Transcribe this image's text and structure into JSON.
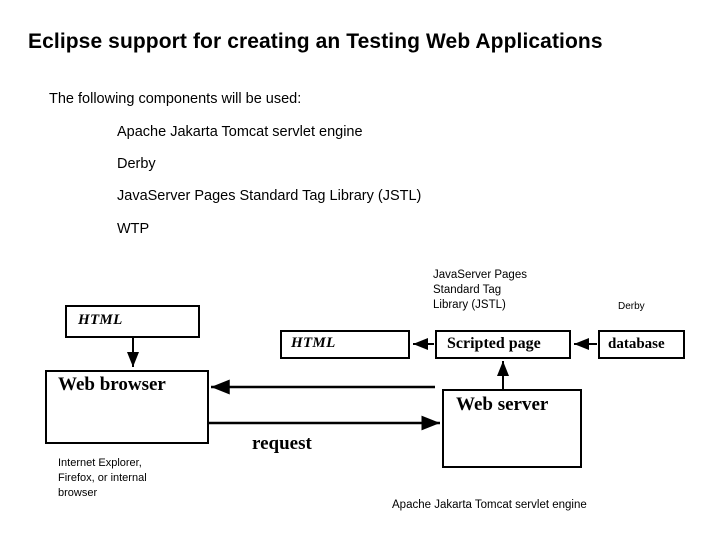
{
  "slide": {
    "title": "Eclipse support for creating an Testing Web Applications",
    "intro": "The following components will be used:",
    "items": [
      "Apache Jakarta Tomcat servlet engine",
      "Derby",
      "JavaServer Pages Standard Tag Library (JSTL)",
      "WTP"
    ]
  },
  "diagram": {
    "boxes": {
      "html_left": "HTML",
      "web_browser": "Web browser",
      "html_mid": "HTML",
      "scripted_page": "Scripted page",
      "database": "database",
      "web_server": "Web server"
    },
    "annotations": {
      "jstl": "JavaServer Pages\nStandard Tag\nLibrary (JSTL)",
      "derby": "Derby",
      "browser_note": "Internet Explorer,\nFirefox, or internal\nbrowser",
      "tomcat_note": "Apache Jakarta Tomcat servlet engine"
    },
    "labels": {
      "request": "request"
    },
    "colors": {
      "line": "#000000",
      "box_border": "#000000",
      "box_fill": "#ffffff",
      "text": "#000000",
      "background": "#ffffff"
    }
  }
}
